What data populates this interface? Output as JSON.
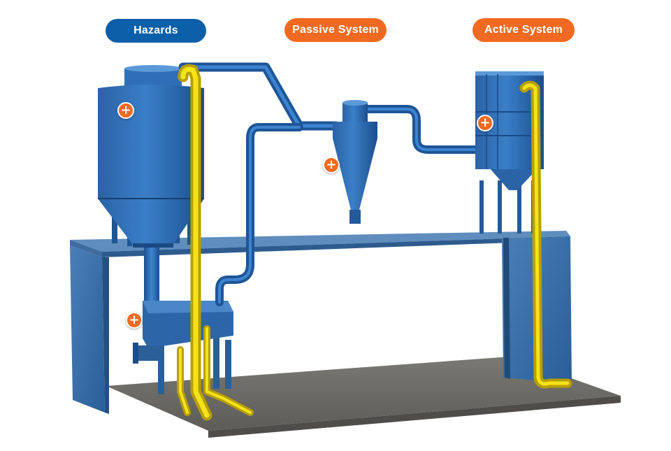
{
  "tabs": {
    "hazards": "Hazards",
    "passive": "Passive System",
    "active": "Active System"
  },
  "hotspots": [
    {
      "icon": "plus-icon",
      "glyph": "+"
    },
    {
      "icon": "plus-icon",
      "glyph": "+"
    },
    {
      "icon": "plus-icon",
      "glyph": "+"
    },
    {
      "icon": "plus-icon",
      "glyph": "+"
    }
  ],
  "colors": {
    "hazards_tab": "#0a5fa8",
    "orange_accent": "#f26a21",
    "equipment_blue": "#1f5fa8",
    "pipe_yellow": "#f2dc12",
    "floor": "#6b6a66"
  }
}
